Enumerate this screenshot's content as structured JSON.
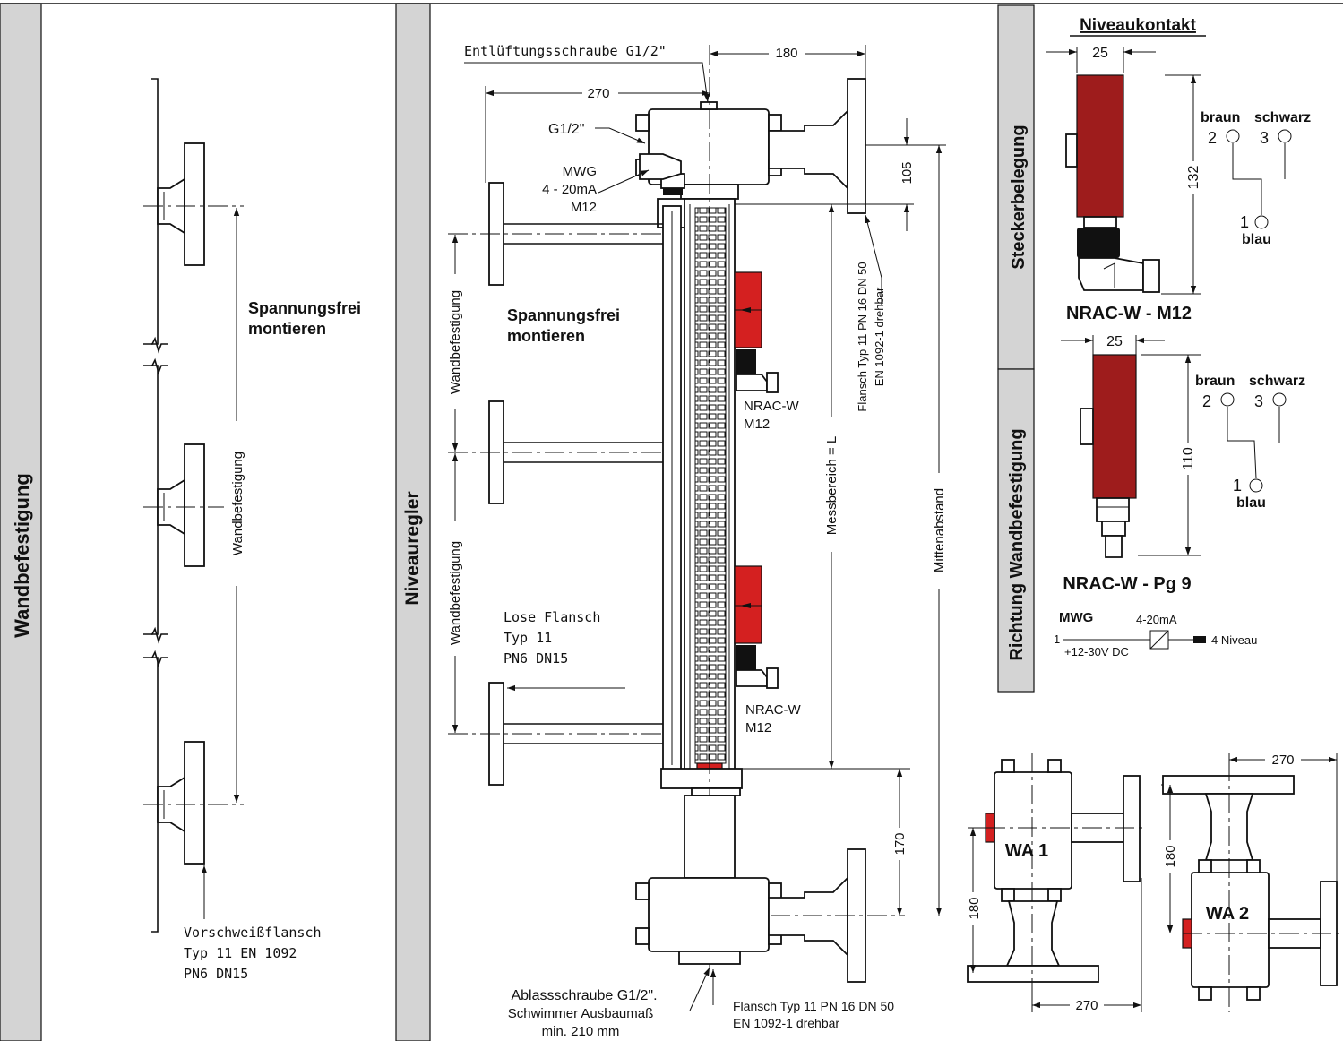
{
  "sections": {
    "wall_mount": "Wandbefestigung",
    "level_controller": "Niveauregler",
    "plug_assignment": "Steckerbelegung",
    "wall_mount_direction": "Richtung Wandbefestigung"
  },
  "left_panel": {
    "install_note_1": "Spannungsfrei",
    "install_note_2": "montieren",
    "wall_mount_dim": "Wandbefestigung",
    "weld_flange_1": "Vorschweißflansch",
    "weld_flange_2": "Typ 11 EN 1092",
    "weld_flange_3": "PN6 DN15"
  },
  "center_panel": {
    "vent_screw": "Entlüftungsschraube G1/2\"",
    "dim_180": "180",
    "dim_270": "270",
    "g12": "G1/2\"",
    "mwg_1": "MWG",
    "mwg_2": "4 - 20mA",
    "mwg_3": "M12",
    "dim_105": "105",
    "install_note_1": "Spannungsfrei",
    "install_note_2": "montieren",
    "wall_mount_1": "Wandbefestigung",
    "wall_mount_2": "Wandbefestigung",
    "contact_1_a": "NRAC-W",
    "contact_1_b": "M12",
    "contact_2_a": "NRAC-W",
    "contact_2_b": "M12",
    "loose_flange_1": "Lose Flansch",
    "loose_flange_2": "Typ 11",
    "loose_flange_3": "PN6 DN15",
    "flange_top_1": "Flansch Typ 11 PN 16 DN 50",
    "flange_top_2": "EN 1092-1 drehbar",
    "measuring_range": "Messbereich = L",
    "center_distance": "Mittenabstand",
    "dim_170": "170",
    "drain_1": "Ablassschraube G1/2\".",
    "drain_2": "Schwimmer Ausbaumaß",
    "drain_3": "min. 210 mm",
    "flange_bottom_1": "Flansch Typ 11 PN 16 DN 50",
    "flange_bottom_2": "EN 1092-1 drehbar"
  },
  "right_panel": {
    "title": "Niveaukontakt",
    "m12": {
      "dim_width": "25",
      "dim_height": "132",
      "pin2_color": "braun",
      "pin3_color": "schwarz",
      "pin2": "2",
      "pin3": "3",
      "pin1": "1",
      "pin1_color": "blau",
      "name": "NRAC-W - M12"
    },
    "pg9": {
      "dim_width": "25",
      "dim_height": "110",
      "pin2_color": "braun",
      "pin3_color": "schwarz",
      "pin2": "2",
      "pin3": "3",
      "pin1": "1",
      "pin1_color": "blau",
      "name": "NRAC-W - Pg 9"
    },
    "mwg": {
      "title": "MWG",
      "signal": "4-20mA",
      "pin1": "1",
      "supply": "+12-30V DC",
      "pin4": "4 Niveau"
    },
    "wa1": {
      "label": "WA 1",
      "dim_180": "180",
      "dim_270": "270"
    },
    "wa2": {
      "label": "WA 2",
      "dim_270": "270",
      "dim_180": "180"
    }
  },
  "colors": {
    "contact_red": "#d42020",
    "contact_dark_red": "#9e1c1c",
    "line": "#111111"
  }
}
